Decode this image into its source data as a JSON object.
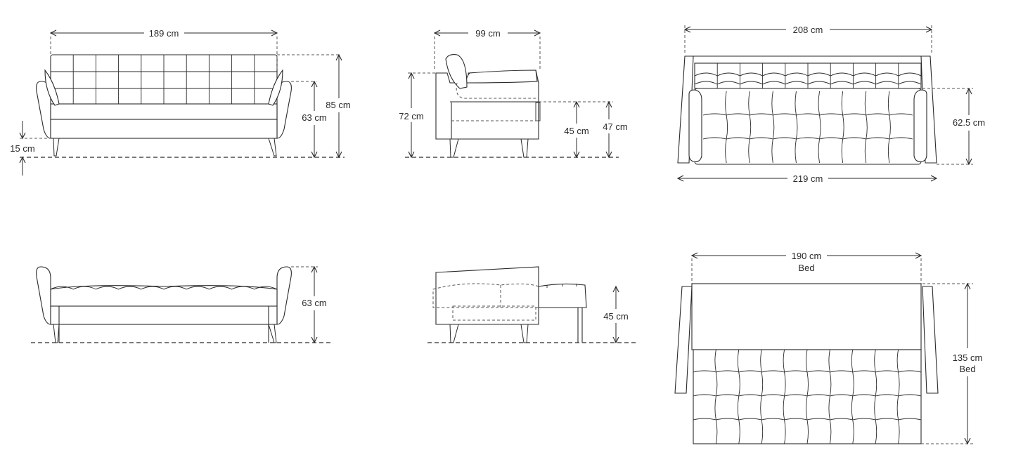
{
  "dimensions": {
    "front_width": "189 cm",
    "front_height": "85 cm",
    "front_arm_height": "63 cm",
    "front_leg_height": "15 cm",
    "side_depth": "99 cm",
    "side_back_height": "72 cm",
    "side_seat_height": "45 cm",
    "side_arm_height": "47 cm",
    "top_back_width": "208 cm",
    "top_total_width": "219 cm",
    "top_depth": "62.5 cm",
    "bed_front_height": "63 cm",
    "bed_side_height": "45 cm",
    "bed_length": "190 cm",
    "bed_length_note": "Bed",
    "bed_width": "135 cm",
    "bed_width_note": "Bed"
  },
  "colors": {
    "line": "#2a2a2a",
    "background": "#ffffff"
  }
}
